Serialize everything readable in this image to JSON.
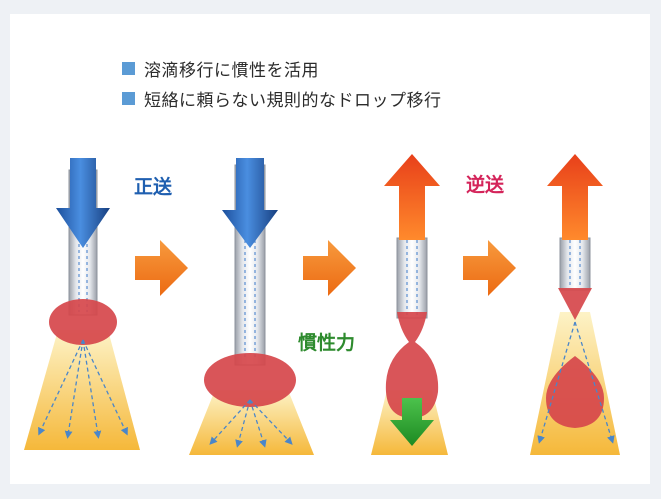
{
  "bullets": [
    {
      "text": "溶滴移行に慣性を活用"
    },
    {
      "text": "短絡に頼らない規則的なドロップ移行"
    }
  ],
  "labels": {
    "forward": "正送",
    "inertia": "慣性力",
    "reverse": "逆送"
  },
  "colors": {
    "bullet": "#5b9bd5",
    "forward_text": "#1f5fb0",
    "inertia_text": "#2e8b2e",
    "reverse_text": "#d4245a",
    "droplet": "#d6474b",
    "arrow_orange": "#f0781e",
    "arc_yellow": "#f7c948"
  },
  "stages": [
    {
      "feed_arrow": "down-blue-arrow",
      "droplet": "small-ellipse"
    },
    {
      "feed_arrow": "down-blue-arrow",
      "droplet": "large-ellipse"
    },
    {
      "feed_arrow": "up-red-arrow",
      "droplet": "necking",
      "inertia_arrow": "down-green-arrow"
    },
    {
      "feed_arrow": "up-red-arrow",
      "droplet": "detached"
    }
  ]
}
